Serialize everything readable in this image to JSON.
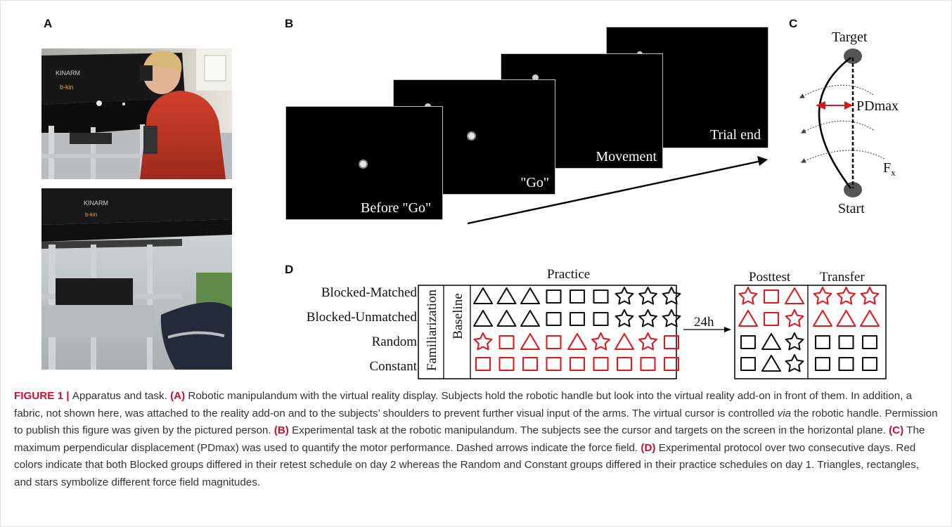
{
  "panels": {
    "a": "A",
    "b": "B",
    "c": "C",
    "d": "D"
  },
  "photo_a": {
    "brand": "KINARM",
    "logo": "b-kin"
  },
  "panel_b": {
    "screens": [
      "Before \"Go\"",
      "\"Go\"",
      "Movement",
      "Trial end"
    ]
  },
  "panel_c": {
    "target": "Target",
    "start": "Start",
    "pdmax": "PDmax",
    "fx": "F",
    "fx_sub": "x",
    "colors": {
      "arrow": "#d7191c",
      "circle": "#555555"
    }
  },
  "panel_d": {
    "practice_header": "Practice",
    "posttest_header": "Posttest",
    "transfer_header": "Transfer",
    "familiarization": "Familiarization",
    "baseline": "Baseline",
    "interval": "24h",
    "groups": [
      "Blocked-Matched",
      "Blocked-Unmatched",
      "Random",
      "Constant"
    ],
    "practice_rows": [
      [
        [
          "tri",
          "k"
        ],
        [
          "tri",
          "k"
        ],
        [
          "tri",
          "k"
        ],
        [
          "sq",
          "k"
        ],
        [
          "sq",
          "k"
        ],
        [
          "sq",
          "k"
        ],
        [
          "star",
          "k"
        ],
        [
          "star",
          "k"
        ],
        [
          "star",
          "k"
        ]
      ],
      [
        [
          "tri",
          "k"
        ],
        [
          "tri",
          "k"
        ],
        [
          "tri",
          "k"
        ],
        [
          "sq",
          "k"
        ],
        [
          "sq",
          "k"
        ],
        [
          "sq",
          "k"
        ],
        [
          "star",
          "k"
        ],
        [
          "star",
          "k"
        ],
        [
          "star",
          "k"
        ]
      ],
      [
        [
          "star",
          "r"
        ],
        [
          "sq",
          "r"
        ],
        [
          "tri",
          "r"
        ],
        [
          "sq",
          "r"
        ],
        [
          "tri",
          "r"
        ],
        [
          "star",
          "r"
        ],
        [
          "tri",
          "r"
        ],
        [
          "star",
          "r"
        ],
        [
          "sq",
          "r"
        ]
      ],
      [
        [
          "sq",
          "r"
        ],
        [
          "sq",
          "r"
        ],
        [
          "sq",
          "r"
        ],
        [
          "sq",
          "r"
        ],
        [
          "sq",
          "r"
        ],
        [
          "sq",
          "r"
        ],
        [
          "sq",
          "r"
        ],
        [
          "sq",
          "r"
        ],
        [
          "sq",
          "r"
        ]
      ]
    ],
    "posttest_rows": [
      [
        [
          "star",
          "r"
        ],
        [
          "sq",
          "r"
        ],
        [
          "tri",
          "r"
        ]
      ],
      [
        [
          "tri",
          "r"
        ],
        [
          "sq",
          "r"
        ],
        [
          "star",
          "r"
        ]
      ],
      [
        [
          "sq",
          "k"
        ],
        [
          "tri",
          "k"
        ],
        [
          "star",
          "k"
        ]
      ],
      [
        [
          "sq",
          "k"
        ],
        [
          "tri",
          "k"
        ],
        [
          "star",
          "k"
        ]
      ]
    ],
    "transfer_rows": [
      [
        [
          "star",
          "r"
        ],
        [
          "star",
          "r"
        ],
        [
          "star",
          "r"
        ]
      ],
      [
        [
          "tri",
          "r"
        ],
        [
          "tri",
          "r"
        ],
        [
          "tri",
          "r"
        ]
      ],
      [
        [
          "sq",
          "k"
        ],
        [
          "sq",
          "k"
        ],
        [
          "sq",
          "k"
        ]
      ],
      [
        [
          "sq",
          "k"
        ],
        [
          "sq",
          "k"
        ],
        [
          "sq",
          "k"
        ]
      ]
    ],
    "colors": {
      "k": "#111111",
      "r": "#e0191c"
    }
  },
  "caption": {
    "figure_label": "FIGURE 1",
    "sep": " | ",
    "title": "Apparatus and task. ",
    "a_label": "(A)",
    "a_text_1": " Robotic manipulandum with the virtual reality display. Subjects hold the robotic handle but look into the virtual reality add-on in front of them. In addition, a fabric, not shown here, was attached to the reality add-on and to the subjects’ shoulders to prevent further visual input of the arms. The virtual cursor is controlled ",
    "a_via": "via",
    "a_text_2": " the robotic handle. Permission to publish this figure was given by the pictured person. ",
    "b_label": "(B)",
    "b_text": " Experimental task at the robotic manipulandum. The subjects see the cursor and targets on the screen in the horizontal plane. ",
    "c_label": "(C)",
    "c_text": " The maximum perpendicular displacement (PDmax) was used to quantify the motor performance. Dashed arrows indicate the force field. ",
    "d_label": "(D)",
    "d_text": " Experimental protocol over two consecutive days. Red colors indicate that both Blocked groups differed in their retest schedule on day 2 whereas the Random and Constant groups differed in their practice schedules on day 1. Triangles, rectangles, and stars symbolize different force field magnitudes."
  }
}
